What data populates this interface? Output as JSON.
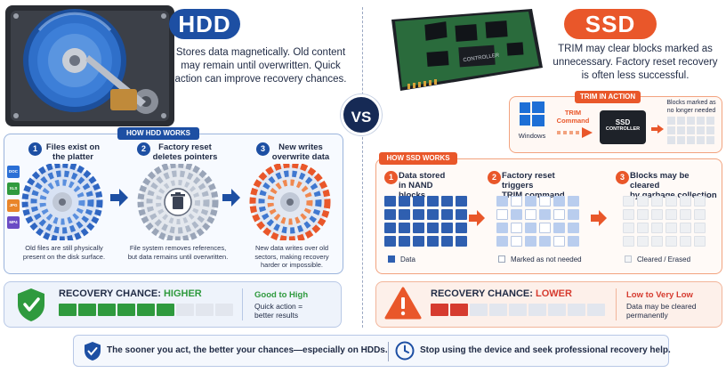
{
  "hdd": {
    "title": "HDD",
    "description": [
      "Stores data magnetically. Old content",
      "may remain until overwritten. Quick",
      "action can improve recovery chances."
    ],
    "how_label": "HOW HDD WORKS",
    "steps": [
      {
        "num": "1",
        "title": [
          "Files exist on",
          "the platter"
        ],
        "caption": [
          "Old files are still physically",
          "present on the disk surface."
        ]
      },
      {
        "num": "2",
        "title": [
          "Factory reset",
          "deletes pointers"
        ],
        "caption": [
          "File system removes references,",
          "but data remains until overwritten."
        ]
      },
      {
        "num": "3",
        "title": [
          "New writes",
          "overwrite data"
        ],
        "caption": [
          "New data writes over old",
          "sectors, making recovery",
          "harder or impossible."
        ]
      }
    ],
    "file_icons": [
      "DOC",
      "XLS",
      "JPG",
      "MP4"
    ],
    "recovery_label": "RECOVERY CHANCE:",
    "recovery_value": "HIGHER",
    "recovery_level": 0.7,
    "recovery_note_title": "Good to High",
    "recovery_note": [
      "Quick action =",
      "better results"
    ]
  },
  "ssd": {
    "title": "SSD",
    "description": [
      "TRIM may clear blocks marked as",
      "unnecessary. Factory reset recovery",
      "is often less successful."
    ],
    "trim_label": "TRIM IN ACTION",
    "trim_os": "Windows",
    "trim_command": [
      "TRIM",
      "Command"
    ],
    "controller_label": [
      "SSD",
      "CONTROLLER"
    ],
    "chip_label": "CONTROLLER",
    "blocks_label": [
      "Blocks marked as",
      "no longer needed"
    ],
    "how_label": "HOW SSD WORKS",
    "steps": [
      {
        "num": "1",
        "title": [
          "Data stored",
          "in NAND blocks"
        ],
        "legend": "Data"
      },
      {
        "num": "2",
        "title": [
          "Factory reset triggers",
          "TRIM command"
        ],
        "legend": "Marked as not needed"
      },
      {
        "num": "3",
        "title": [
          "Blocks may be cleared",
          "by garbage collection"
        ],
        "legend": "Cleared / Erased"
      }
    ],
    "recovery_label": "RECOVERY CHANCE:",
    "recovery_value": "LOWER",
    "recovery_level": 0.2,
    "recovery_note_title": "Low to Very Low",
    "recovery_note": [
      "Data may be cleared",
      "permanently"
    ]
  },
  "vs": "VS",
  "footer": {
    "left": "The sooner you act, the better your chances—especially on HDDs.",
    "right": "Stop using the device and seek professional recovery help."
  },
  "colors": {
    "hdd_blue": "#1d4fa3",
    "ssd_orange": "#e9572a",
    "success_green": "#2f9a3e",
    "danger_red": "#d63b2f"
  }
}
